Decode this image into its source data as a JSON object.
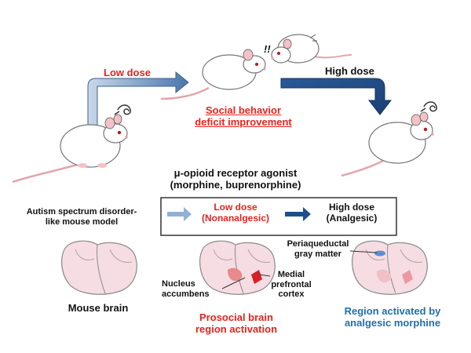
{
  "labels": {
    "low_dose_top": "Low dose",
    "high_dose_top": "High dose",
    "exclaim": "!!",
    "social_line1": "Social behavior",
    "social_line2": "deficit improvement",
    "agonist_line1": "μ-opioid receptor agonist",
    "agonist_line2": "(morphine, buprenorphine)",
    "model_line1": "Autism spectrum disorder-",
    "model_line2": "like mouse model",
    "box_low_line1": "Low dose",
    "box_low_line2": "(Nonanalgesic)",
    "box_high_line1": "High dose",
    "box_high_line2": "(Analgesic)",
    "nucleus_line1": "Nucleus",
    "nucleus_line2": "accumbens",
    "medial_line1": "Medial",
    "medial_line2": "prefrontal",
    "medial_line3": "cortex",
    "peri_line1": "Periaqueductal",
    "peri_line2": "gray matter",
    "mouse_brain": "Mouse brain",
    "prosocial_line1": "Prosocial brain",
    "prosocial_line2": "region activation",
    "region_line1": "Region activated by",
    "region_line2": "analgesic morphine"
  },
  "colors": {
    "red": "#e8231c",
    "blue": "#1f6fb3",
    "light_blue_arrow": "#8fb1d6",
    "dark_blue_arrow": "#1f4f8b",
    "brain_pink": "#f6dde3",
    "brain_outline": "#8a8a8a",
    "region_light": "#e88a8a",
    "region_dark": "#d81f26",
    "pag_blue": "#5b8fd0"
  }
}
